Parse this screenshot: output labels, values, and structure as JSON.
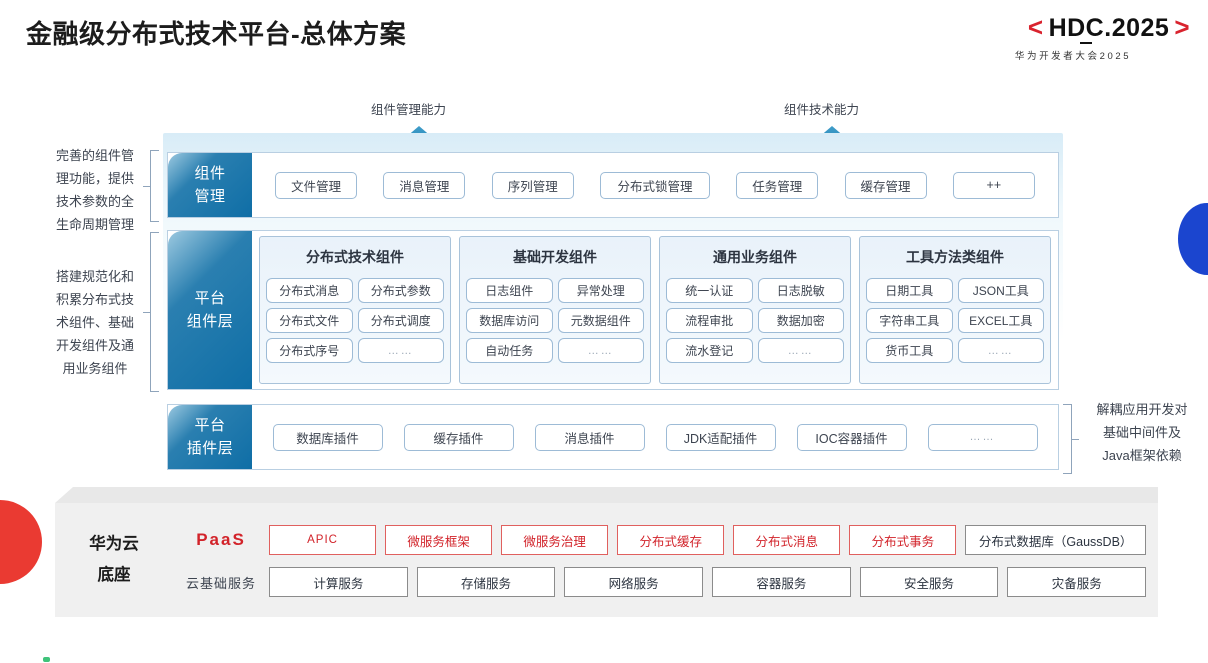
{
  "header": {
    "title": "金融级分布式技术平台-总体方案",
    "logo": {
      "bracket_left": "<",
      "bracket_right": ">",
      "hdc": "HDC",
      "year": ".2025",
      "subtitle": "华为开发者大会2025",
      "bracket_color": "#d9232e"
    }
  },
  "arrows": {
    "left_label": "组件管理能力",
    "right_label": "组件技术能力"
  },
  "annotations": {
    "left_top": "完善的组件管理功能，提供技术参数的全生命周期管理",
    "left_top_lines": [
      "完善的组件管",
      "理功能，提供",
      "技术参数的全",
      "生命周期管理"
    ],
    "left_mid_lines": [
      "搭建规范化和",
      "积累分布式技",
      "术组件、基础",
      "开发组件及通",
      "用业务组件"
    ],
    "right_lines": [
      "解耦应用开发对",
      "基础中间件及",
      "Java框架依赖"
    ]
  },
  "layers": {
    "component_mgmt": {
      "label_lines": [
        "组件",
        "管理"
      ],
      "items": [
        "文件管理",
        "消息管理",
        "序列管理",
        "分布式锁管理",
        "任务管理",
        "缓存管理",
        "++"
      ]
    },
    "platform_components": {
      "label_lines": [
        "平台",
        "组件层"
      ],
      "groups": [
        {
          "title": "分布式技术组件",
          "items": [
            "分布式消息",
            "分布式参数",
            "分布式文件",
            "分布式调度",
            "分布式序号",
            "……"
          ]
        },
        {
          "title": "基础开发组件",
          "items": [
            "日志组件",
            "异常处理",
            "数据库访问",
            "元数据组件",
            "自动任务",
            "……"
          ]
        },
        {
          "title": "通用业务组件",
          "items": [
            "统一认证",
            "日志脱敏",
            "流程审批",
            "数据加密",
            "流水登记",
            "……"
          ]
        },
        {
          "title": "工具方法类组件",
          "items": [
            "日期工具",
            "JSON工具",
            "字符串工具",
            "EXCEL工具",
            "货币工具",
            "……"
          ]
        }
      ]
    },
    "platform_plugins": {
      "label_lines": [
        "平台",
        "插件层"
      ],
      "items": [
        "数据库插件",
        "缓存插件",
        "消息插件",
        "JDK适配插件",
        "IOC容器插件",
        "……"
      ]
    }
  },
  "base": {
    "title_lines": [
      "华为云",
      "底座"
    ],
    "paas_label": "PaaS",
    "cloud_label": "云基础服务",
    "paas_items": [
      {
        "label": "APIC",
        "style": "red"
      },
      {
        "label": "微服务框架",
        "style": "red"
      },
      {
        "label": "微服务治理",
        "style": "red"
      },
      {
        "label": "分布式缓存",
        "style": "red"
      },
      {
        "label": "分布式消息",
        "style": "red"
      },
      {
        "label": "分布式事务",
        "style": "red"
      },
      {
        "label": "分布式数据库（GaussDB）",
        "style": "gray"
      }
    ],
    "cloud_items": [
      {
        "label": "计算服务",
        "style": "gray"
      },
      {
        "label": "存储服务",
        "style": "gray"
      },
      {
        "label": "网络服务",
        "style": "gray"
      },
      {
        "label": "容器服务",
        "style": "gray"
      },
      {
        "label": "安全服务",
        "style": "gray"
      },
      {
        "label": "灾备服务",
        "style": "gray"
      }
    ]
  },
  "colors": {
    "accent_red": "#d2232a",
    "accent_blue": "#0f6ea6",
    "deco_blue": "#1b45cf",
    "deco_green": "#3fc37a"
  }
}
